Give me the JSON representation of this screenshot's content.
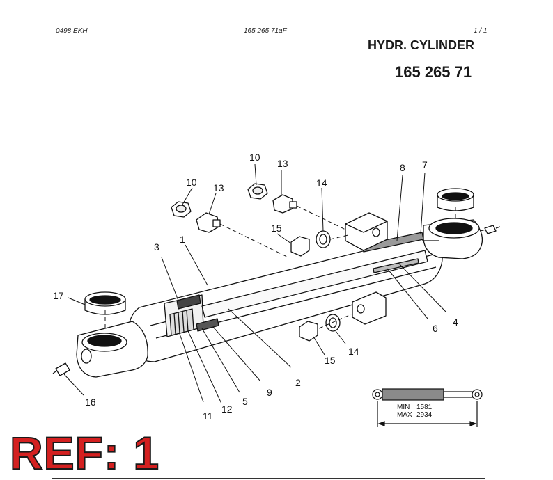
{
  "header": {
    "doc_code": "0498 EKH",
    "file_ref": "165 265 71aF",
    "page": "1 / 1",
    "title": "HYDR. CYLINDER",
    "part_number": "165 265 71"
  },
  "callouts": [
    "10",
    "13",
    "10",
    "13",
    "14",
    "8",
    "7",
    "15",
    "3",
    "1",
    "17",
    "2",
    "6",
    "4",
    "15",
    "14",
    "9",
    "5",
    "12",
    "11",
    "16"
  ],
  "dimension": {
    "min_label": "MIN",
    "min_value": "1581",
    "max_label": "MAX",
    "max_value": "2934"
  },
  "ref_label": "REF: 1",
  "colors": {
    "ref": "#d42020",
    "rod": "#888888",
    "line": "#111111"
  }
}
